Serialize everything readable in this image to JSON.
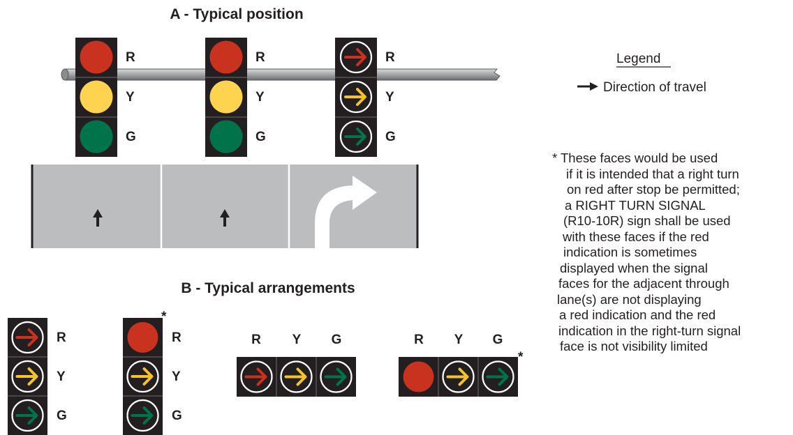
{
  "section_a": {
    "title": "A - Typical position"
  },
  "section_b": {
    "title": "B - Typical arrangements"
  },
  "labels": {
    "red": "R",
    "yellow": "Y",
    "green": "G"
  },
  "asterisk": "*",
  "legend": {
    "title": "Legend",
    "item_label": "Direction of travel",
    "item_icon": "right-arrow-icon"
  },
  "note": {
    "lines": [
      "* These faces would be used",
      "if it is intended that a right turn",
      "on red after stop be permitted;",
      "a RIGHT TURN SIGNAL",
      "(R10-10R) sign shall be used",
      "with these faces if the red",
      "indication is sometimes",
      "displayed when the signal",
      "faces for the adjacent through",
      "lane(s) are not displaying",
      "a red indication and the red",
      "indication in the right-turn signal",
      "face is not visibility limited"
    ]
  },
  "colors": {
    "signal_body": "#231f20",
    "red": "#c8321e",
    "yellow": "#fdd34f",
    "green": "#00734a",
    "arrow_red": "#c8321e",
    "arrow_yellow": "#f5c325",
    "arrow_green": "#00734a",
    "pavement": "#bbbdbf",
    "pole": "#a7a9ab"
  }
}
